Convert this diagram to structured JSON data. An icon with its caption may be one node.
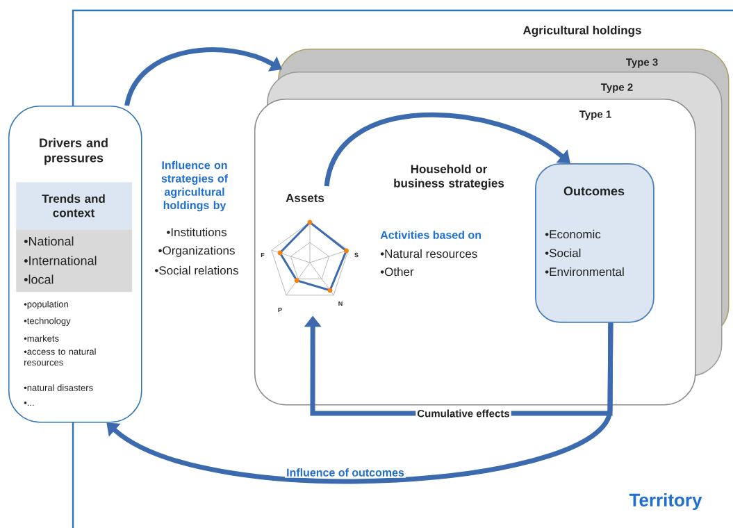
{
  "diagram": {
    "nodes": [
      {
        "text": [
          "Territory"
        ]
      },
      {
        "text": [
          "Drivers and pressures",
          "•population",
          "•technology",
          "•markets",
          "•access to natural resources",
          "•natural disasters",
          "•..."
        ]
      },
      {
        "text": [
          "Trends and context"
        ],
        "in": 1
      },
      {
        "text": [
          "•National",
          "•International",
          "•local"
        ],
        "in": 1
      },
      {
        "text": [
          "Agricultural holdings",
          "Type 3",
          "Type 2"
        ],
        "in": 0
      },
      {
        "text": [
          "Type 1",
          "Household or business strategies",
          "Activities based on",
          "•Natural resources",
          "•Other"
        ],
        "in": 4
      },
      {
        "text": [
          "Assets"
        ],
        "in": 5
      },
      {
        "text": [
          "Outcomes",
          "•Economic",
          "•Social",
          "•Environmental"
        ],
        "in": 5
      }
    ],
    "edges": [
      {
        "from": 1,
        "to": 4,
        "arrow": "to"
      },
      {
        "from": 6,
        "to": 7,
        "arrow": "to"
      },
      {
        "from": 7,
        "to": 6,
        "arrow": "to",
        "label": "Cumulative effects"
      },
      {
        "from": 7,
        "to": 1,
        "arrow": "to",
        "label": "Influence of outcomes"
      }
    ],
    "labels": [
      "Influence on strategies of agricultural holdings by",
      "•Institutions",
      "•Organizations",
      "•Social relations",
      "F",
      "S",
      "N",
      "P"
    ]
  }
}
